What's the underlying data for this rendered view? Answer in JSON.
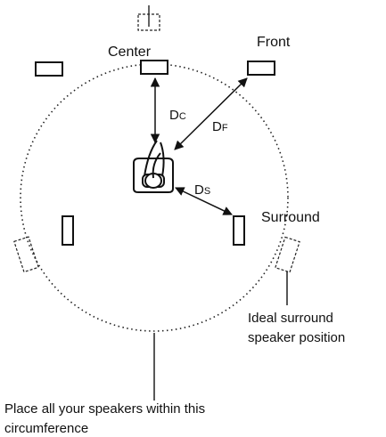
{
  "labels": {
    "center": "Center",
    "front": "Front",
    "surround": "Surround",
    "distance_center_main": "D",
    "distance_center_sub": "C",
    "distance_front_main": "D",
    "distance_front_sub": "F",
    "distance_surround_main": "D",
    "distance_surround_sub": "S"
  },
  "notes": {
    "ideal_line1": "Ideal surround",
    "ideal_line2": "speaker position",
    "circumference_line1": "Place all your speakers within this",
    "circumference_line2": "circumference"
  }
}
